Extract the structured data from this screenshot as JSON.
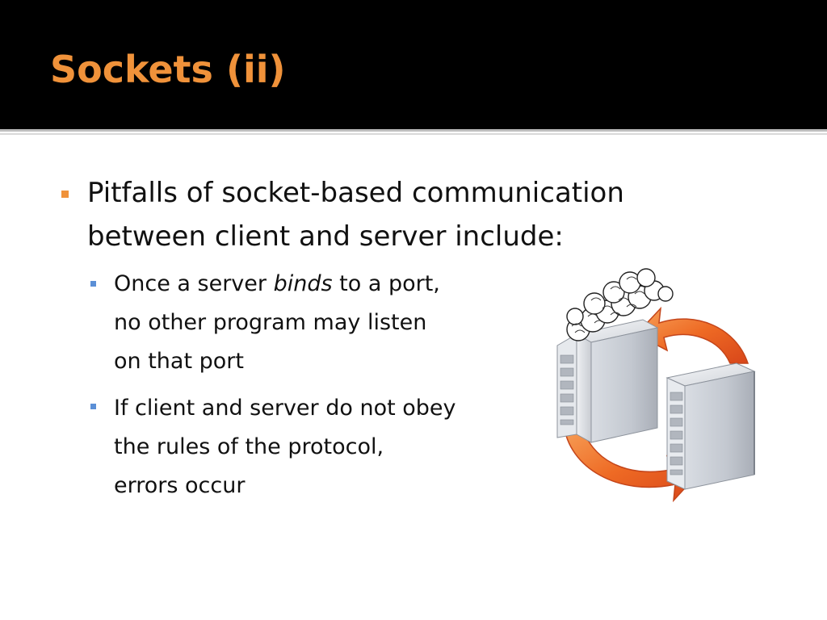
{
  "slide": {
    "title": "Sockets (ii)",
    "colors": {
      "title": "#f0923a",
      "bullet_level1": "#f0923a",
      "bullet_level2": "#5b8fd6",
      "header_background": "#000000",
      "arrows": "#e85a1a"
    },
    "bullets": [
      {
        "lines": [
          "Pitfalls of socket-based communication",
          "between client and server include:"
        ],
        "children": [
          {
            "line1_before": "Once a server ",
            "line1_emphasis": "binds",
            "line1_after": " to a port,",
            "line2": "no other program may listen",
            "line3": "on that port"
          },
          {
            "line1": "If client and server do not obey",
            "line2": "the rules of the protocol,",
            "line3": "errors occur"
          }
        ]
      }
    ],
    "illustration": {
      "icons": [
        "server-tower-icon",
        "server-tower-icon",
        "smoke-cloud-icon",
        "cycle-arrows-icon"
      ]
    }
  }
}
